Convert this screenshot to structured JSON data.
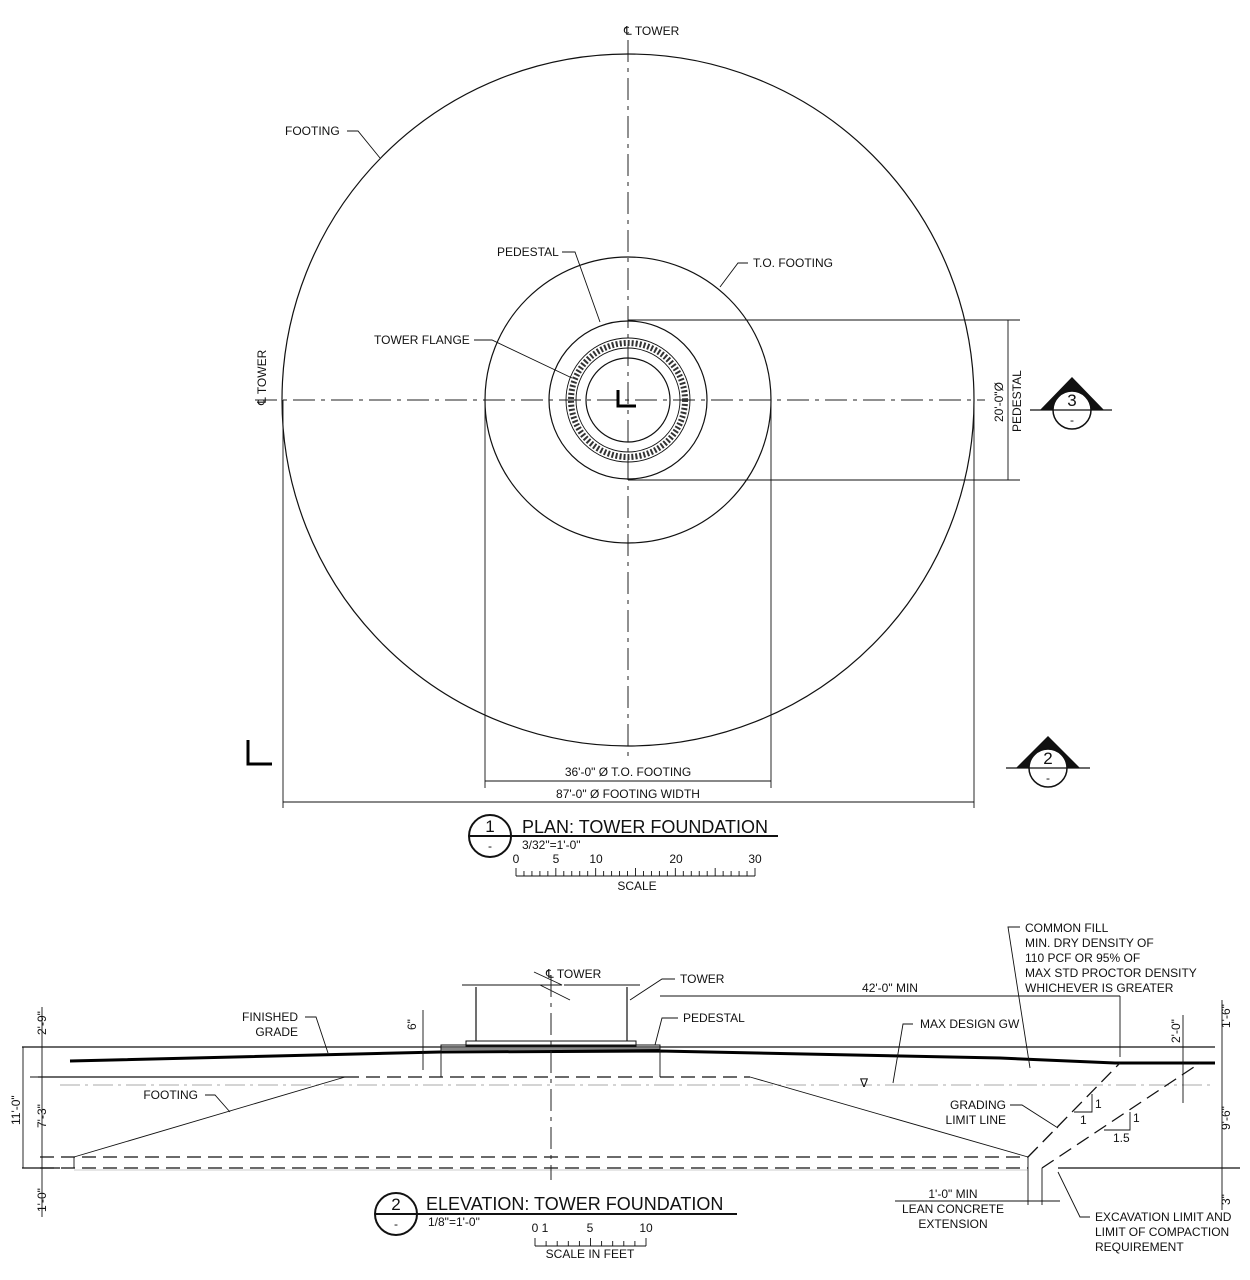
{
  "plan": {
    "cl_tower_top": "℄ TOWER",
    "cl_tower_left": "℄ TOWER",
    "footing": "FOOTING",
    "pedestal": "PEDESTAL",
    "to_footing": "T.O.   FOOTING",
    "tower_flange": "TOWER FLANGE",
    "dim_pedestal": "20'-0\"Ø",
    "dim_pedestal_label": "PEDESTAL",
    "dim_to_footing": "36'-0\" Ø T.O. FOOTING",
    "dim_footing": "87'-0\" Ø FOOTING WIDTH",
    "section3": {
      "num": "3",
      "sheet": "-"
    },
    "section2": {
      "num": "2",
      "sheet": "-"
    },
    "title": {
      "num": "1",
      "sheet": "-",
      "text": "PLAN:   TOWER FOUNDATION",
      "scale": "3/32\"=1'-0\""
    },
    "scale_bar": {
      "ticks": [
        "0",
        "5",
        "10",
        "20",
        "30"
      ],
      "label": "SCALE"
    }
  },
  "elevation": {
    "cl_tower": "℄ TOWER",
    "tower": "TOWER",
    "pedestal": "PEDESTAL",
    "finished_grade": [
      "FINISHED",
      "GRADE"
    ],
    "footing": "FOOTING",
    "dim_6": "6\"",
    "dim_2_9": "2'-9\"",
    "dim_11_0": "11'-0\"",
    "dim_7_3": "7'-3\"",
    "dim_1_0": "1'-0\"",
    "dim_42": "42'-0\" MIN",
    "max_gw": "MAX DESIGN GW",
    "common_fill": [
      "COMMON FILL",
      "MIN. DRY DENSITY OF",
      "110 PCF OR 95% OF",
      "MAX STD PROCTOR DENSITY",
      "WHICHEVER IS GREATER"
    ],
    "dim_1_6": "1'-6\"",
    "dim_2_0": "2'-0\"",
    "dim_9_6": "9'-6\"",
    "dim_3": "3\"",
    "grading_limit": [
      "GRADING",
      "LIMIT LINE"
    ],
    "slope1": {
      "rise": "1",
      "run": "1"
    },
    "slope2": {
      "rise": "1",
      "run": "1.5"
    },
    "lean": [
      "1'-0\" MIN",
      "LEAN CONCRETE",
      "EXTENSION"
    ],
    "excavation": [
      "EXCAVATION LIMIT AND",
      "LIMIT OF COMPACTION",
      "REQUIREMENT"
    ],
    "title": {
      "num": "2",
      "sheet": "-",
      "text": "ELEVATION: TOWER FOUNDATION",
      "scale": "1/8\"=1'-0\""
    },
    "scale_bar": {
      "ticks": [
        "0",
        "1",
        "5",
        "10"
      ],
      "label": "SCALE IN FEET"
    }
  }
}
